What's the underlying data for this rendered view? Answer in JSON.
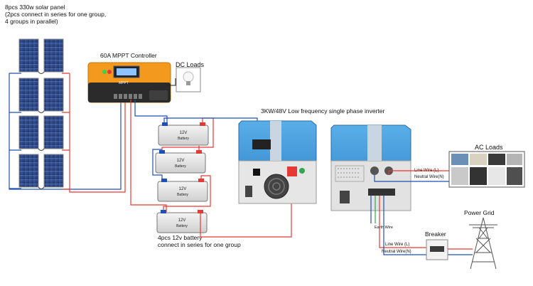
{
  "panel_note": [
    "8pcs 330w solar panel",
    "(2pcs connect in series for one group,",
    "4 groups in parallel)"
  ],
  "controller_title": "60A MPPT Controller",
  "controller_brand": "MPPT",
  "dc_loads": "DC Loads",
  "inverter_title": "3KW/48V Low frequency single phase inverter",
  "ac_loads": "AC Loads",
  "battery_label": "12V",
  "battery_sub": "Battery",
  "battery_note": [
    "4pcs 12v battery",
    "connect in series for one group"
  ],
  "line_wire": "Line Wire (L)",
  "neutral_wire": "Neutral Wire(N)",
  "earth_wire": "Earth Wire",
  "breaker": "Breaker",
  "power_grid": "Power Grid",
  "colors": {
    "positive": "#e53935",
    "negative": "#1e4fb3",
    "inverter": "#3a94d8",
    "controller": "#f39a1e"
  }
}
